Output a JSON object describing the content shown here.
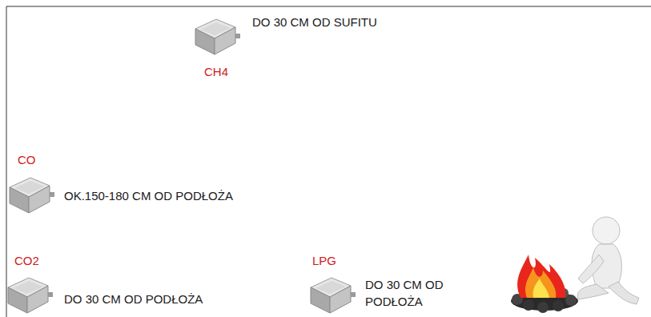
{
  "diagram": {
    "labels": [
      "CH4",
      "DO 30 CM OD SUFITU",
      "CO",
      "OK.150-180 CM OD PODŁOŻA",
      "CO2",
      "DO 30 CM OD PODŁOŻA",
      "LPG",
      "DO 30 CM OD PODŁOŻA"
    ]
  }
}
